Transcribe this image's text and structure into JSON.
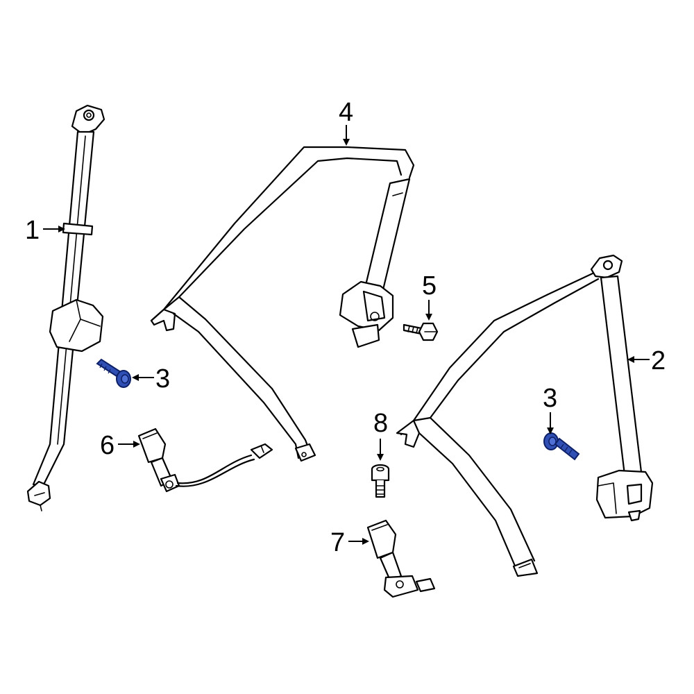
{
  "diagram": {
    "callouts": [
      {
        "id": "1",
        "label": "1",
        "highlighted": false
      },
      {
        "id": "2",
        "label": "2",
        "highlighted": false
      },
      {
        "id": "3a",
        "label": "3",
        "highlighted": true
      },
      {
        "id": "3b",
        "label": "3",
        "highlighted": true
      },
      {
        "id": "4",
        "label": "4",
        "highlighted": false
      },
      {
        "id": "5",
        "label": "5",
        "highlighted": false
      },
      {
        "id": "6",
        "label": "6",
        "highlighted": false
      },
      {
        "id": "7",
        "label": "7",
        "highlighted": false
      },
      {
        "id": "8",
        "label": "8",
        "highlighted": false
      }
    ],
    "colors": {
      "line": "#000000",
      "background": "#ffffff",
      "highlight_fill": "#2f4fb4",
      "highlight_stroke": "#0d1f66"
    }
  }
}
